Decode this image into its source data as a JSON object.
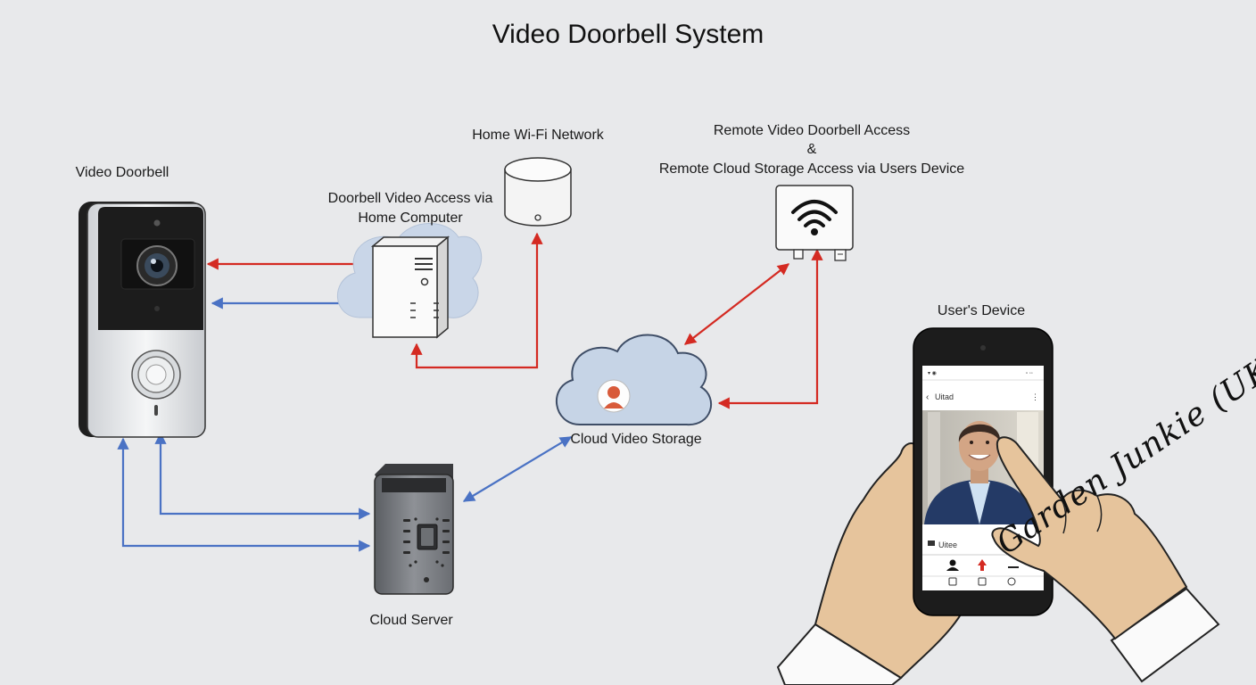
{
  "title": "Video Doorbell System",
  "labels": {
    "video_doorbell": "Video Doorbell",
    "home_computer_line1": "Doorbell Video Access via",
    "home_computer_line2": "Home Computer",
    "wifi_network": "Home Wi-Fi Network",
    "remote_line1": "Remote Video Doorbell Access",
    "remote_line2": "&",
    "remote_line3": "Remote Cloud Storage Access via Users Device",
    "users_device": "User's Device",
    "cloud_storage": "Cloud Video Storage",
    "cloud_server": "Cloud Server"
  },
  "phone_app": {
    "header_text": "Uitad",
    "bar_text": "Uitee"
  },
  "watermark": "Garden Junkie (UK)",
  "colors": {
    "background": "#e8e9eb",
    "red_arrow": "#d42a22",
    "blue_arrow": "#4a72c4",
    "cloud_fill": "#c6d4e6",
    "cloud_stroke": "#3e4d66",
    "device_dark": "#1c1c1c",
    "skin": "#e6c49c"
  },
  "icons": [
    "doorbell-camera-icon",
    "router-icon",
    "cylinder-hub-icon",
    "wifi-icon",
    "cloud-icon",
    "user-avatar-icon",
    "keypad-icon",
    "smartphone-icon",
    "hand-icon"
  ]
}
